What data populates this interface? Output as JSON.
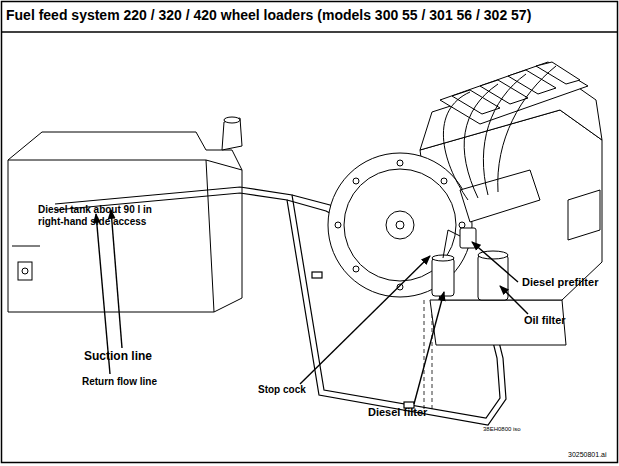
{
  "diagram": {
    "title": "Fuel feed system 220 / 320 / 420 wheel loaders (models 300 55 / 301 56 / 302 57)",
    "labels": [
      "Diesel tank about 90 l in right-hand side access",
      "Suction line",
      "Return flow line",
      "Stop cock",
      "Diesel filter",
      "Oil filter",
      "Diesel prefilter",
      "38EH0800 iso",
      "30250801.ai"
    ]
  }
}
